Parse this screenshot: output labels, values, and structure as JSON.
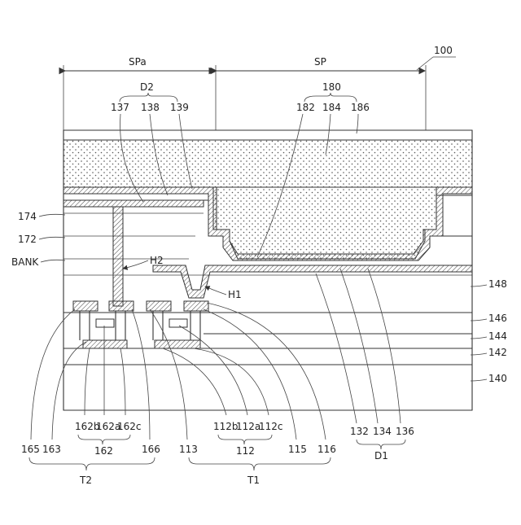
{
  "figure_number": "100",
  "regions": {
    "spa": "SPa",
    "sp": "SP"
  },
  "top_labels": {
    "d2": "D2",
    "n137": "137",
    "n138": "138",
    "n139": "139",
    "n180": "180",
    "n182": "182",
    "n184": "184",
    "n186": "186"
  },
  "left_labels": {
    "n174": "174",
    "n172": "172",
    "bank": "BANK"
  },
  "right_labels": {
    "n148": "148",
    "n146": "146",
    "n144": "144",
    "n142": "142",
    "n140": "140"
  },
  "hole_labels": {
    "h1": "H1",
    "h2": "H2"
  },
  "bottom_labels": {
    "n165": "165",
    "n163": "163",
    "n162b": "162b",
    "n162a": "162a",
    "n162c": "162c",
    "n162": "162",
    "n166": "166",
    "n113": "113",
    "n112b": "112b",
    "n112a": "112a",
    "n112c": "112c",
    "n112": "112",
    "n115": "115",
    "n116": "116",
    "n132": "132",
    "n134": "134",
    "n136": "136",
    "d1": "D1",
    "t2": "T2",
    "t1": "T1"
  }
}
